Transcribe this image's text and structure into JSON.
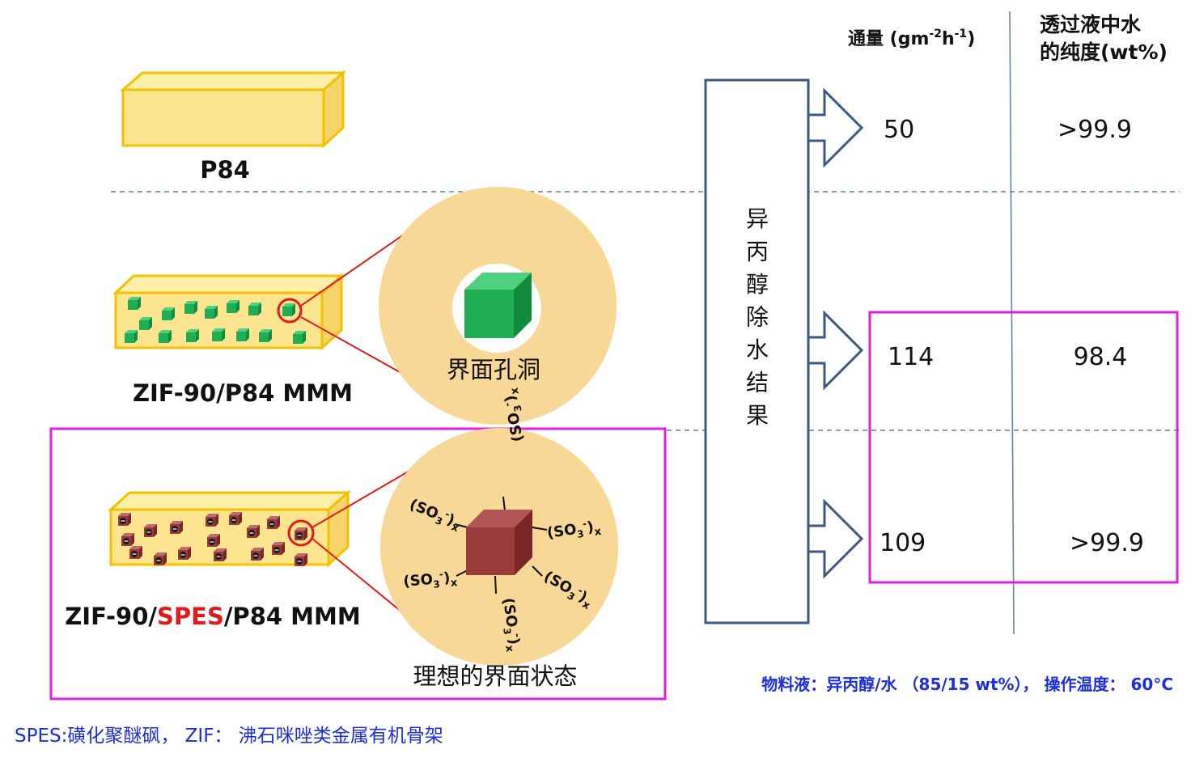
{
  "header": {
    "flux_prefix": "通量 (gm",
    "flux_sup1": "-2",
    "flux_mid": "h",
    "flux_sup2": "-1",
    "flux_suffix": ")",
    "purity_line1": "透过液中水",
    "purity_line2": "的纯度(wt%)"
  },
  "membranes": [
    {
      "label": "P84"
    },
    {
      "label": "ZIF-90/P84 MMM",
      "zoom_caption": "界面孔洞"
    },
    {
      "label_part1": "ZIF-90/",
      "label_highlight": "SPES",
      "label_part2": "/P84 MMM",
      "zoom_caption": "理想的界面状态"
    }
  ],
  "sulfonate_label": {
    "main": "(SO",
    "sub": "3",
    "sup": "-",
    "tail": ")",
    "x": "x"
  },
  "center_box_chars": [
    "异",
    "丙",
    "醇",
    "除",
    "水",
    "结",
    "果"
  ],
  "results": [
    {
      "flux": "50",
      "purity": ">99.9"
    },
    {
      "flux": "114",
      "purity": "98.4"
    },
    {
      "flux": "109",
      "purity": ">99.9"
    }
  ],
  "conditions_note": "物料液：异丙醇/水 （85/15 wt%），  操作温度：  60°C",
  "footnote": "SPES:磺化聚醚砜，  ZIF：  沸石咪唑类金属有机骨架",
  "colors": {
    "slab_fill": "#fde58f",
    "slab_stroke": "#f2c200",
    "zif_green": "#1fae52",
    "zif_brown": "#9b3a3a",
    "zoom_circle": "#f7d896",
    "magenta": "#e31ce3",
    "arrow_blue": "#3a5a80",
    "note_blue": "#1c2fd8"
  }
}
